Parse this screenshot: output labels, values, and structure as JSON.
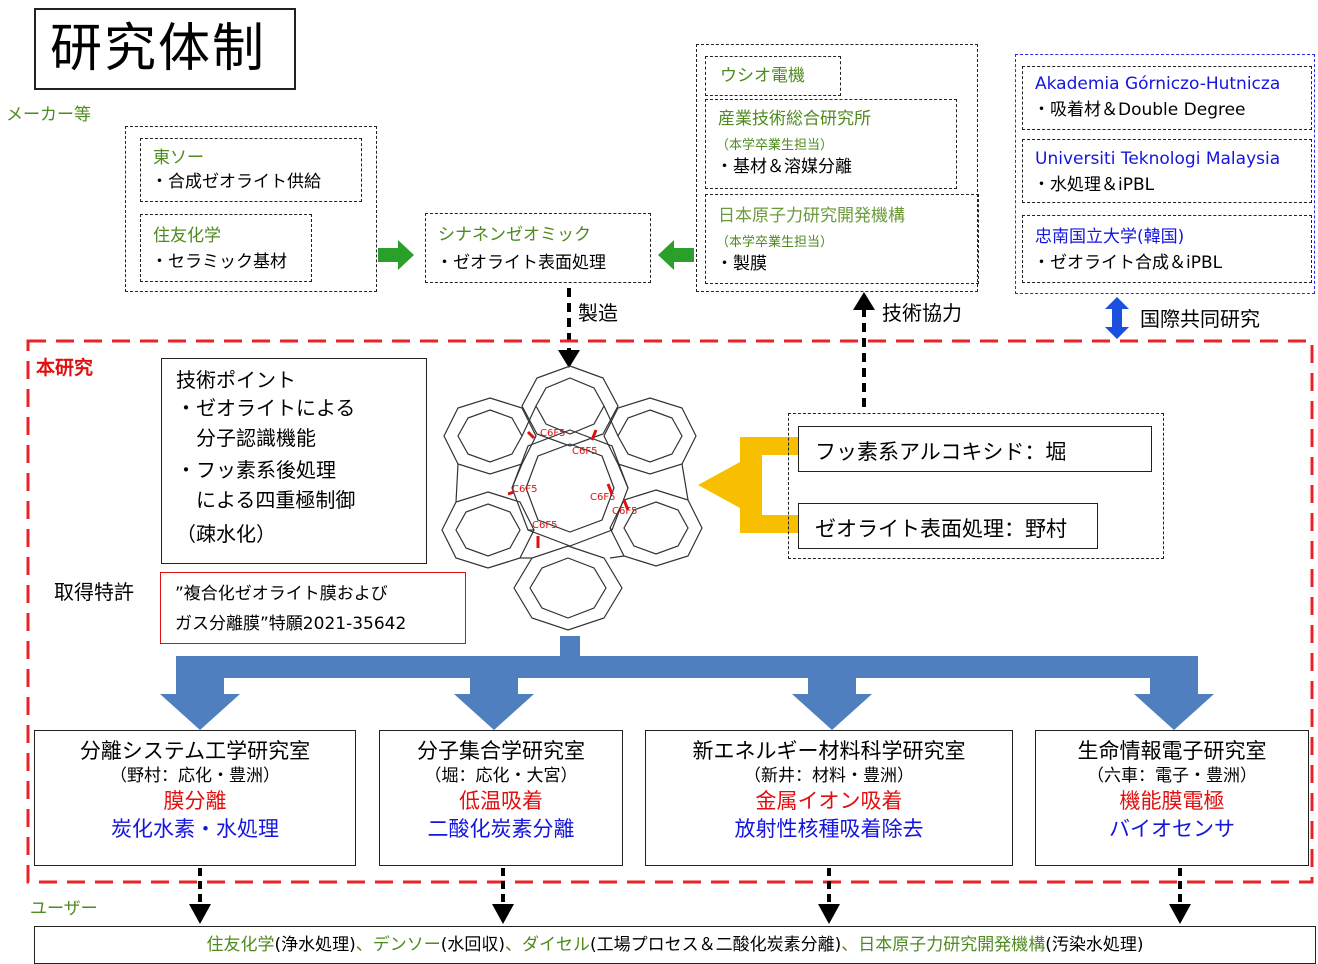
{
  "title": "研究体制",
  "makers": {
    "section_label": "メーカー等",
    "tosoh": {
      "name": "東ソー",
      "desc": "・合成ゼオライト供給"
    },
    "sumitomo": {
      "name": "住友化学",
      "desc": "・セラミック基材"
    },
    "shinanen": {
      "name": "シナネンゼオミック",
      "desc": "・ゼオライト表面処理"
    },
    "ushio": {
      "name": "ウシオ電機"
    },
    "aist": {
      "name": "産業技術総合研究所",
      "note": "（本学卒業生担当）",
      "desc": "・基材＆溶媒分離"
    },
    "jaea": {
      "name": "日本原子力研究開発機構",
      "note": "（本学卒業生担当）",
      "desc": "・製膜"
    }
  },
  "international": {
    "label": "国際共同研究",
    "partners": [
      {
        "name": "Akademia Górniczo-Hutnicza",
        "desc": "・吸着材＆Double Degree"
      },
      {
        "name": "Universiti Teknologi Malaysia",
        "desc": "・水処理＆iPBL"
      },
      {
        "name": "忠南国立大学(韓国)",
        "desc": "・ゼオライト合成＆iPBL"
      }
    ]
  },
  "arrows": {
    "manufacture": "製造",
    "tech_coop": "技術協力"
  },
  "this_research": {
    "label": "本研究",
    "tech_points": [
      "技術ポイント",
      "・ゼオライトによる",
      "　分子認識機能",
      "・フッ素系後処理",
      "　による四重極制御",
      "（疎水化）"
    ],
    "patent_label": "取得特許",
    "patent": [
      "”複合化ゼオライト膜および",
      "ガス分離膜”特願2021-35642"
    ],
    "members": [
      "フッ素系アルコキシド：堀",
      "ゼオライト表面処理：野村"
    ],
    "molecule_label": "C6F5"
  },
  "labs": [
    {
      "name": "分離システム工学研究室",
      "person": "（野村：応化・豊洲）",
      "red": "膜分離",
      "blue": "炭化水素・水処理"
    },
    {
      "name": "分子集合学研究室",
      "person": "（堀：応化・大宮）",
      "red": "低温吸着",
      "blue": "二酸化炭素分離"
    },
    {
      "name": "新エネルギー材料科学研究室",
      "person": "（新井：材料・豊洲）",
      "red": "金属イオン吸着",
      "blue": "放射性核種吸着除去"
    },
    {
      "name": "生命情報電子研究室",
      "person": "（六車：電子・豊洲）",
      "red": "機能膜電極",
      "blue": "バイオセンサ"
    }
  ],
  "users": {
    "label": "ユーザー",
    "entries": [
      {
        "name": "住友化学",
        "use": "(浄水処理)"
      },
      {
        "name": "デンソー",
        "use": "(水回収)"
      },
      {
        "name": "ダイセル",
        "use": "(工場プロセス＆二酸化炭素分離)"
      },
      {
        "name": "日本原子力研究開発機構",
        "use": "(汚染水処理)"
      }
    ],
    "separator": "、"
  },
  "colors": {
    "green": "#4f8a1e",
    "blue": "#1515e0",
    "red": "#e01010",
    "arrow_blue": "#4f7fbe",
    "arrow_yellow": "#f7bf00",
    "arrow_green": "#2aa02a"
  }
}
